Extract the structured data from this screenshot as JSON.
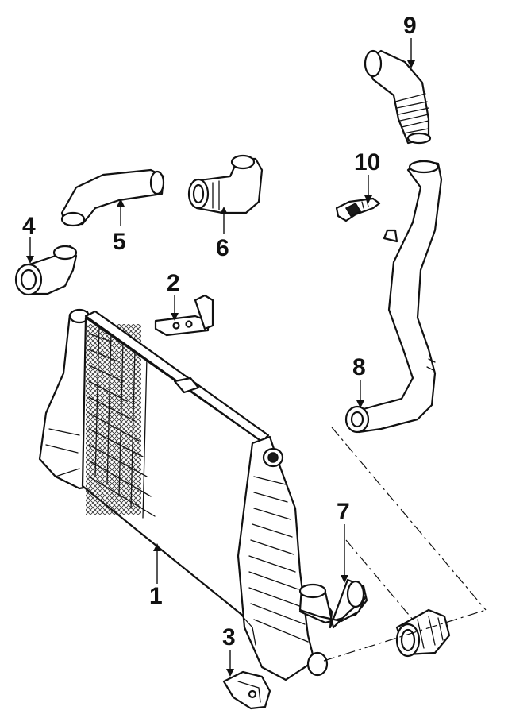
{
  "callouts": [
    {
      "id": "1",
      "label": "1",
      "part": "intercooler"
    },
    {
      "id": "2",
      "label": "2",
      "part": "bracket"
    },
    {
      "id": "3",
      "label": "3",
      "part": "mount-bracket"
    },
    {
      "id": "4",
      "label": "4",
      "part": "elbow-hose-left"
    },
    {
      "id": "5",
      "label": "5",
      "part": "inlet-hose"
    },
    {
      "id": "6",
      "label": "6",
      "part": "elbow-hose-center"
    },
    {
      "id": "7",
      "label": "7",
      "part": "outlet-elbow"
    },
    {
      "id": "8",
      "label": "8",
      "part": "intake-pipe"
    },
    {
      "id": "9",
      "label": "9",
      "part": "upper-hose"
    },
    {
      "id": "10",
      "label": "10",
      "part": "sensor"
    }
  ]
}
